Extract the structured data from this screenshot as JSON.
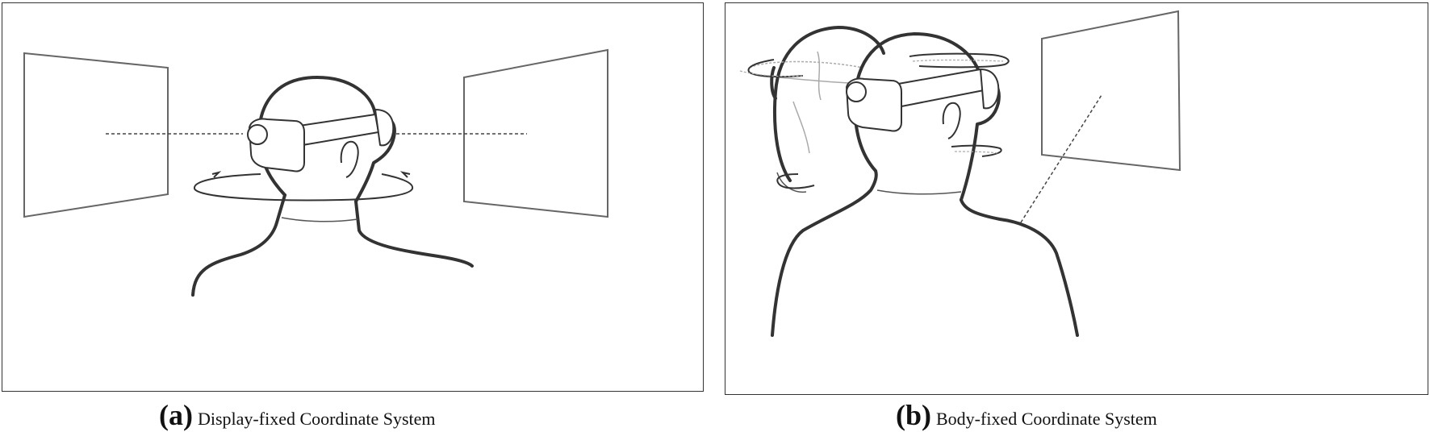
{
  "figure": {
    "panels": [
      {
        "id": "a",
        "letter": "(a)",
        "caption": "Display-fixed Coordinate System"
      },
      {
        "id": "b",
        "letter": "(b)",
        "caption": "Body-fixed Coordinate System"
      }
    ]
  },
  "colors": {
    "outline": "#333333",
    "panel_border": "#333333",
    "screen_stroke": "#666666",
    "ghost_stroke": "#aaaaaa"
  }
}
